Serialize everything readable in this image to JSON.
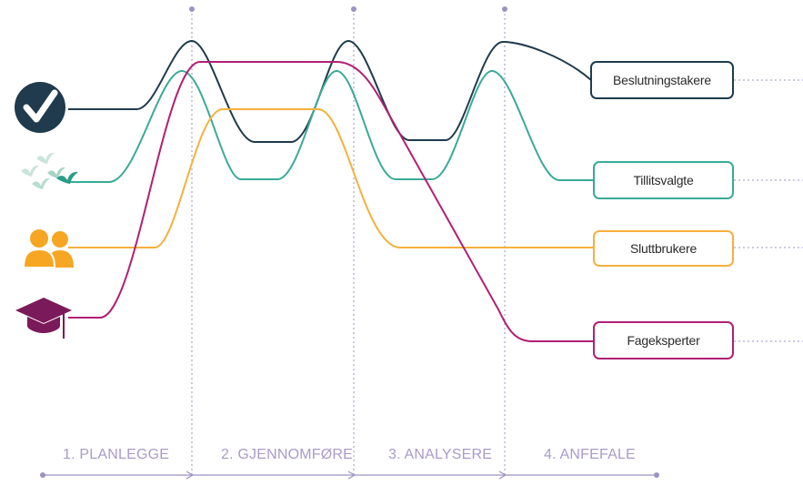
{
  "colors": {
    "decision": "#1f3b4d",
    "union": "#3aaa97",
    "users": "#f6b03d",
    "experts": "#b01f74",
    "guide": "#9e92c4"
  },
  "stakeholders": [
    {
      "key": "decision",
      "label": "Beslutningstakere",
      "icon": "checkmark-circle-icon"
    },
    {
      "key": "union",
      "label": "Tillitsvalgte",
      "icon": "birds-icon"
    },
    {
      "key": "users",
      "label": "Sluttbrukere",
      "icon": "people-icon"
    },
    {
      "key": "experts",
      "label": "Fageksperter",
      "icon": "graduation-cap-icon"
    }
  ],
  "phases": [
    {
      "label": "1. PLANLEGGE"
    },
    {
      "label": "2. GJENNOMFØRE"
    },
    {
      "label": "3. ANALYSERE"
    },
    {
      "label": "4. ANFEFALE"
    }
  ]
}
